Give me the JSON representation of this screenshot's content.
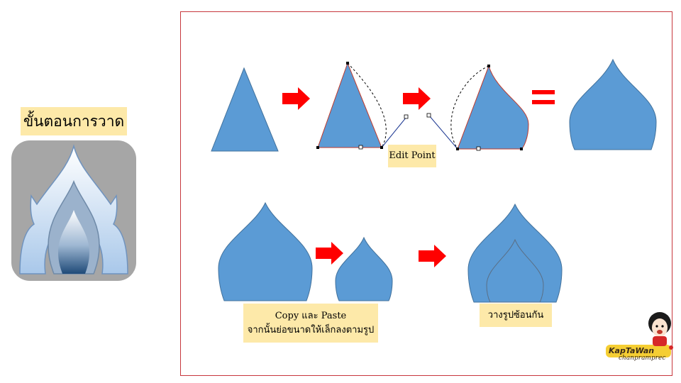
{
  "title": "ขั้นตอนการวาด",
  "labels": {
    "edit_point": "Edit Point",
    "copy_paste_line1": "Copy และ Paste",
    "copy_paste_line2": "จากนั้นย่อขนาดให้เล็กลงตามรูป",
    "stack": "วางรูปซ้อนกัน"
  },
  "branding": {
    "name": "KapTaWan",
    "tagline": "chanpramprec"
  },
  "colors": {
    "shape_fill": "#5b9bd5",
    "shape_stroke": "#41719c",
    "arrow": "#ff0000",
    "label_bg": "#fde9a9",
    "frame_border": "#c7373d",
    "icon_tile": "#a6a6a6"
  },
  "icons": [
    "flame-lai-thai-icon",
    "right-arrow-icon",
    "equals-icon",
    "mascot-icon"
  ]
}
